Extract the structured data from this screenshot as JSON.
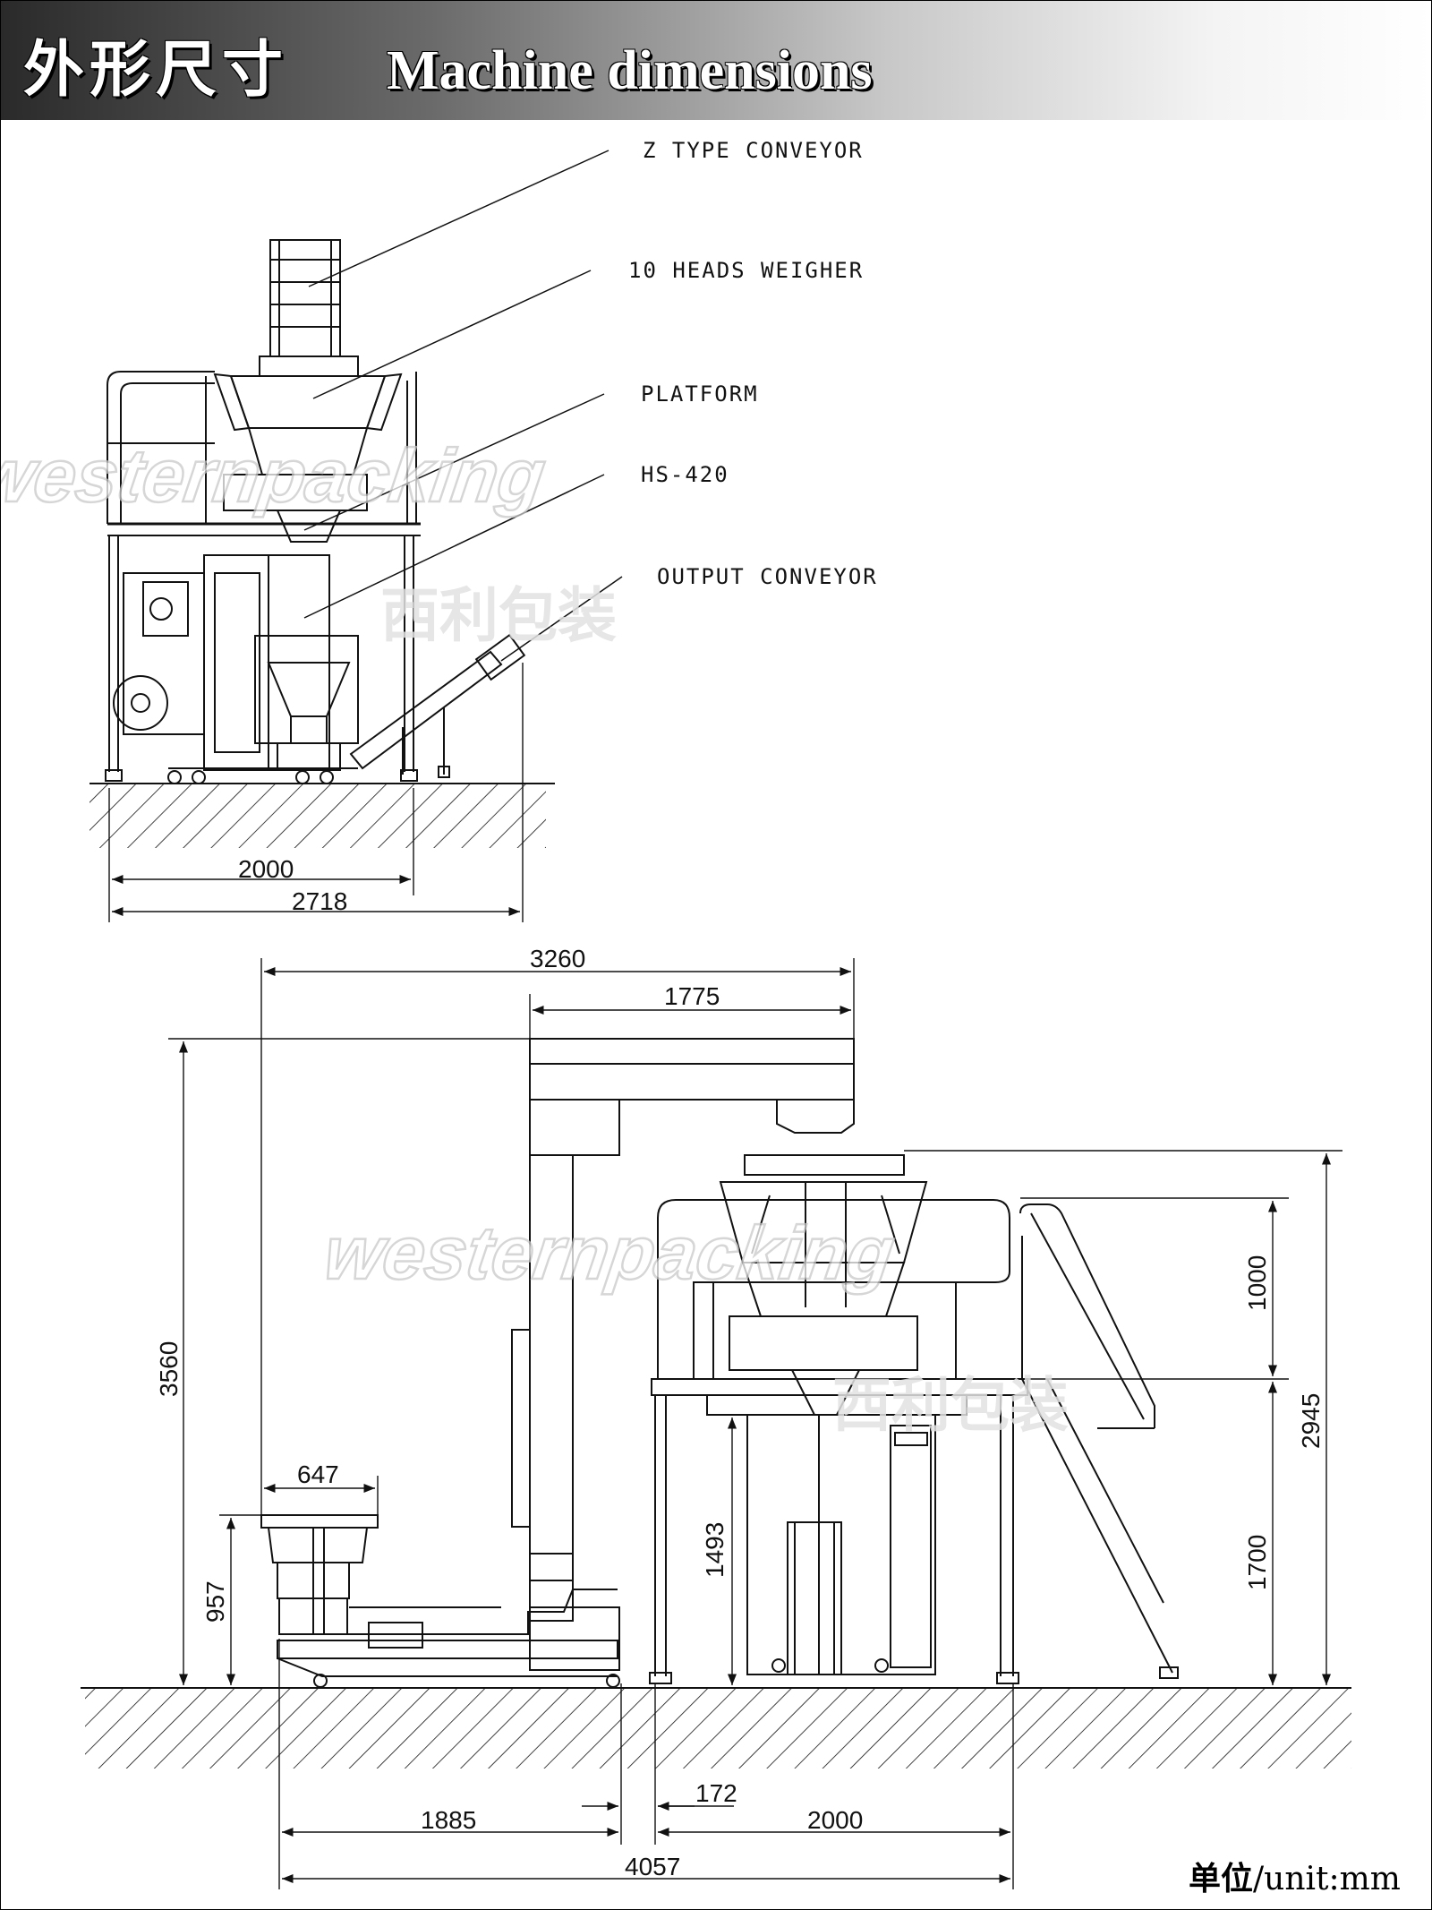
{
  "header": {
    "title_cn": "外形尺寸",
    "title_en": "Machine dimensions"
  },
  "callouts": {
    "z_type_conveyor": "Z TYPE CONVEYOR",
    "weigher": "10 HEADS WEIGHER",
    "platform": "PLATFORM",
    "model": "HS-420",
    "output_conveyor": "OUTPUT CONVEYOR"
  },
  "dimensions_top": {
    "d2000": "2000",
    "d2718": "2718"
  },
  "dimensions_bottom": {
    "d3260": "3260",
    "d1775": "1775",
    "d3560": "3560",
    "d647": "647",
    "d957": "957",
    "d1493": "1493",
    "d1000": "1000",
    "d2945": "2945",
    "d1700": "1700",
    "d1885": "1885",
    "d172": "172",
    "d2000b": "2000",
    "d4057": "4057"
  },
  "watermark": {
    "en": "westernpacking",
    "cn": "西利包装"
  },
  "unit": {
    "cn": "单位",
    "en": "/unit:mm"
  },
  "colors": {
    "line": "#111111",
    "watermark": "#c9c9c9"
  }
}
